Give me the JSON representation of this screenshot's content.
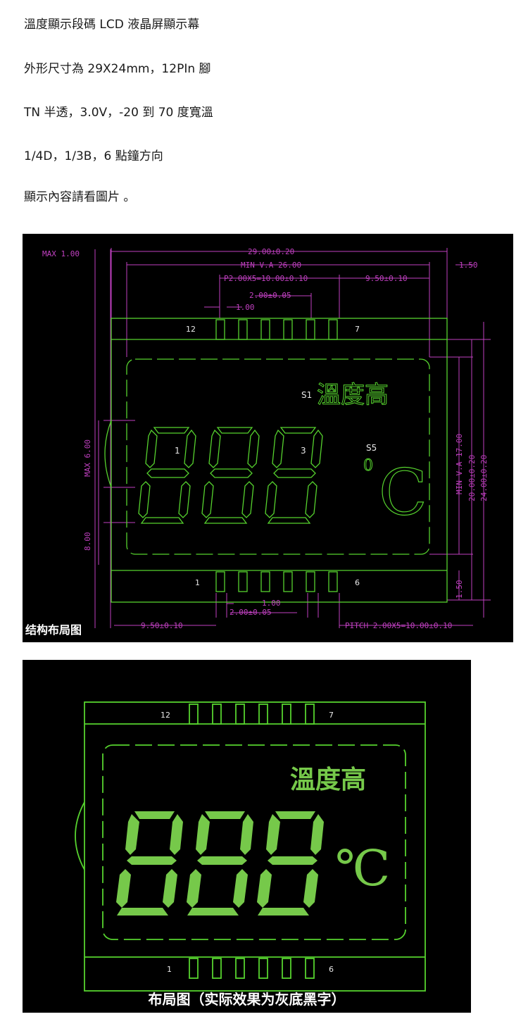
{
  "spec_lines": [
    "溫度顯示段碼 LCD 液晶屏顯示幕",
    "外形尺寸為 29X24mm，12PIn 腳",
    "TN 半透，3.0V，-20 到 70 度寬溫",
    "1/4D，1/3B，6 點鐘方向",
    "顯示內容請看圖片 。"
  ],
  "drawing": {
    "caption": "结构布局图",
    "dimensions": {
      "max_top": "MAX 1.00",
      "width": "29.00±0.20",
      "min_va_width": "MIN V.A 26.00",
      "pitch_top": "P2.00X5=10.00±0.10",
      "right_offset_top": "9.50±0.10",
      "pin_width_top": "2.00±0.05",
      "pin_gap_top": "1.00",
      "edge_right": "1.50",
      "max_left": "MAX 6.00",
      "left_height": "8.00",
      "min_va_height": "MIN V.A 17.00",
      "height_inner": "20.00±0.20",
      "height": "24.00±0.20",
      "edge_bottom": "1.50",
      "pin_gap_bottom": "1.00",
      "pin_width_bottom": "2.00±0.05",
      "left_offset_bottom": "9.50±0.10",
      "pitch_bottom": "PITCH 2.00X5=10.00±0.10"
    },
    "pins_top": {
      "first": "12",
      "last": "7"
    },
    "pins_bottom": {
      "first": "1",
      "last": "6"
    },
    "labels": {
      "s1": "S1",
      "s5": "S5",
      "indicator": "溫度高",
      "digit_marks": [
        "1",
        "3"
      ],
      "degree": "0",
      "unit": "C"
    }
  },
  "actual": {
    "caption": "布局图（实际效果为灰底黑字）",
    "pins_top": {
      "first": "12",
      "last": "7"
    },
    "pins_bottom": {
      "first": "1",
      "last": "6"
    },
    "indicator": "溫度高",
    "unit": "℃"
  },
  "colors": {
    "lcd_green": "#76c94a",
    "outline_green": "#56d22e",
    "dimension_magenta": "#c040c0",
    "pin_label": "#e8e8e8"
  }
}
